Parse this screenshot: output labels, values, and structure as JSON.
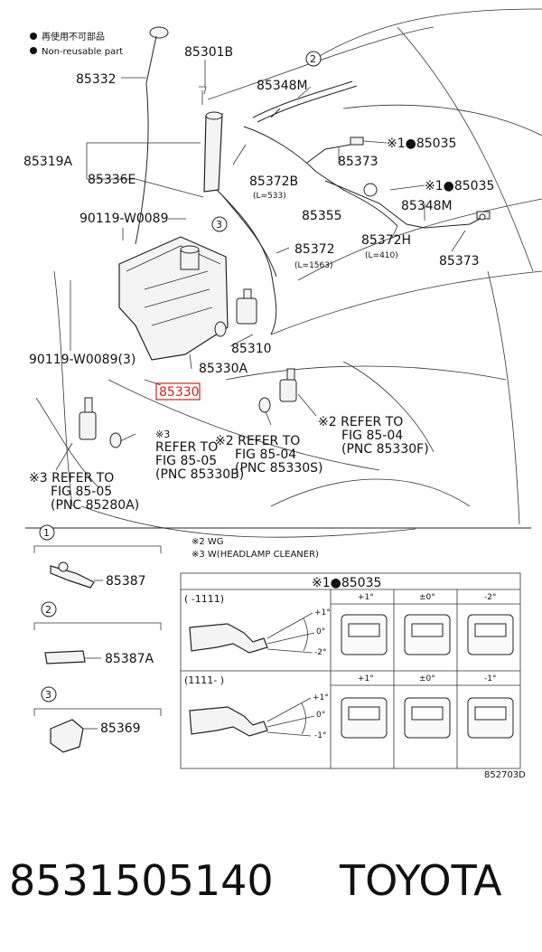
{
  "legend": {
    "reusable_jp": "再使用不可部品",
    "nonreusable": "Non-reusable part"
  },
  "parts": {
    "p85301B": "85301B",
    "p85332": "85332",
    "p85348M_a": "85348M",
    "p85319A": "85319A",
    "p85336E": "85336E",
    "p85035_a": "※1●85035",
    "p85373_a": "85373",
    "p85372B": "85372B",
    "p85372B_len": "(L=533)",
    "p85355": "85355",
    "p85035_b": "※1●85035",
    "p85348M_b": "85348M",
    "p90119a": "90119-W0089",
    "p85372": "85372",
    "p85372_len": "(L=1563)",
    "p85372H": "85372H",
    "p85372H_len": "(L=410)",
    "p85373_b": "85373",
    "p90119b": "90119-W0089(3)",
    "p85310": "85310",
    "p85330A": "85330A",
    "p85330": "85330",
    "callout2": "2",
    "callout3": "3"
  },
  "refs": {
    "r1_l1": "※2 REFER TO",
    "r1_l2": "FIG 85-04",
    "r1_l3": "(PNC 85330F)",
    "r2_l0": "※3",
    "r2_l1": "REFER TO",
    "r2_l2": "FIG 85-05",
    "r2_l3": "(PNC 85330B)",
    "r3_l1": "※2 REFER TO",
    "r3_l2": "FIG 85-04",
    "r3_l3": "(PNC 85330S)",
    "r4_l1": "※3 REFER TO",
    "r4_l2": "FIG 85-05",
    "r4_l3": "(PNC 85280A)"
  },
  "notes": {
    "wg": "※2 WG",
    "w_head": "※3 W(HEADLAMP CLEANER)"
  },
  "inset": {
    "c1": "1",
    "c1_part": "85387",
    "c2": "2",
    "c2_part": "85387A",
    "c3": "3",
    "c3_part": "85369"
  },
  "table": {
    "title": "※1●85035",
    "row1_label": "(      -1111)",
    "row2_label": "(1111-      )",
    "row1_cols": [
      "+1°",
      "±0°",
      "-2°"
    ],
    "row2_cols": [
      "+1°",
      "±0°",
      "-1°"
    ],
    "angles_top": [
      "+1°",
      "0°",
      "-2°"
    ],
    "angles_bot": [
      "+1°",
      "0°",
      "-1°"
    ]
  },
  "figure_code": "852703D",
  "footer": {
    "part_number": "8531505140",
    "brand": "TOYOTA"
  },
  "colors": {
    "highlight": "#d32020",
    "line": "#222222"
  }
}
